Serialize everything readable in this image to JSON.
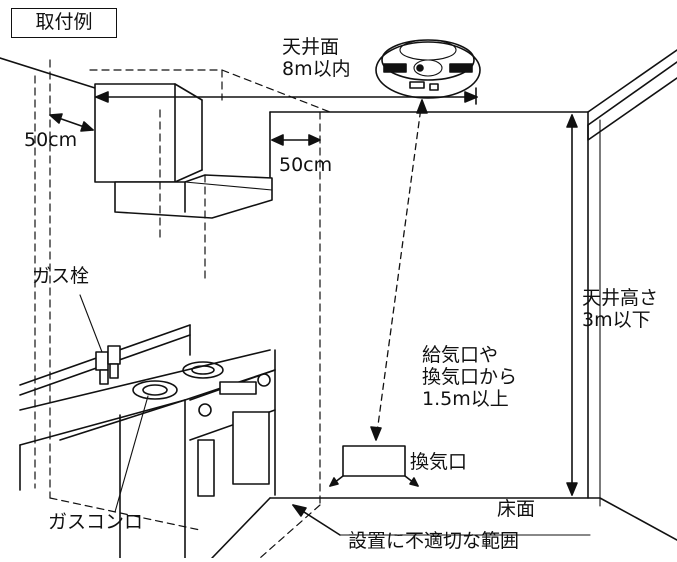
{
  "title": "取付例",
  "labels": {
    "ceiling_distance": "天井面\n8m以内",
    "hood_clearance_side": "50cm",
    "hood_clearance_front": "50cm",
    "gas_valve": "ガス栓",
    "ceiling_height": "天井高さ\n3m以下",
    "vent_distance": "給気口や\n換気口から\n1.5m以上",
    "vent": "換気口",
    "floor": "床面",
    "gas_stove": "ガスコンロ",
    "unsuitable_area": "設置に不適切な範囲"
  }
}
